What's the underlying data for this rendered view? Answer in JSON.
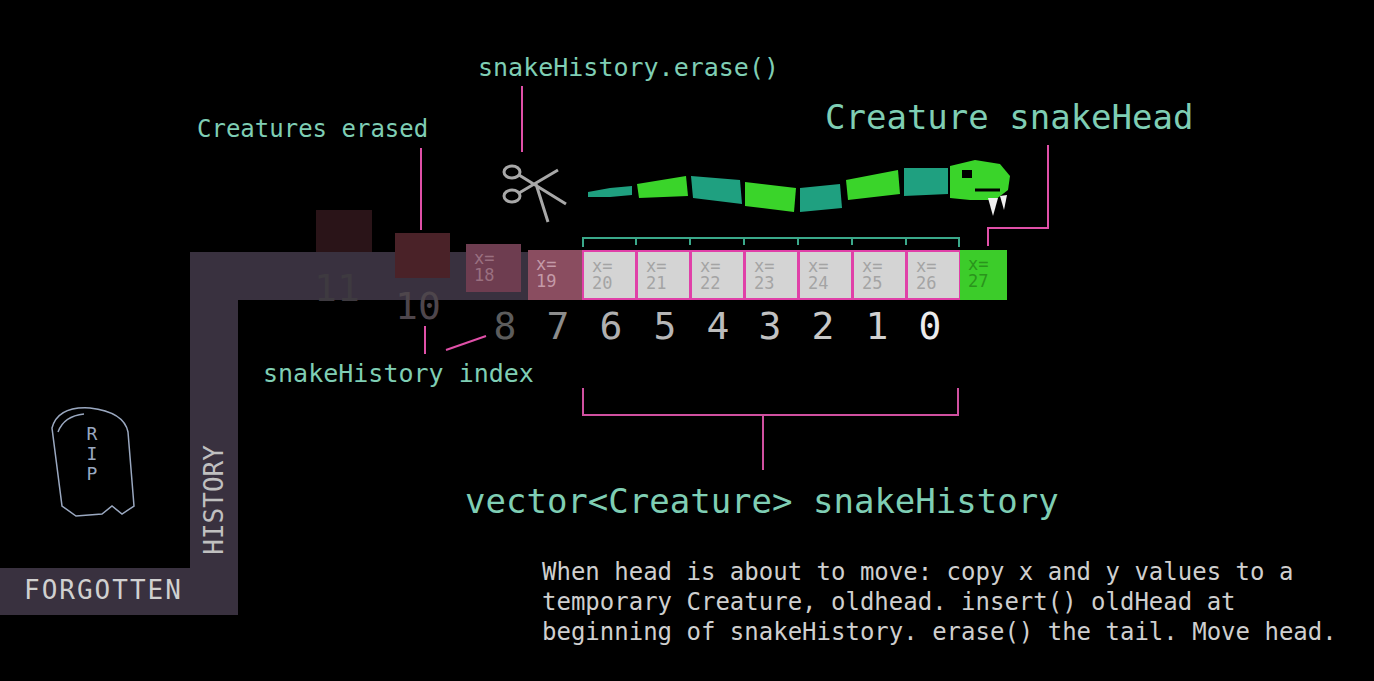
{
  "diagram": {
    "nodes": [
      {
        "text": [
          "x= 18"
        ]
      },
      {
        "text": [
          "x= 19"
        ]
      },
      {
        "text": [
          "x= 20"
        ]
      },
      {
        "text": [
          "x= 21"
        ]
      },
      {
        "text": [
          "x= 22"
        ]
      },
      {
        "text": [
          "x= 23"
        ]
      },
      {
        "text": [
          "x= 24"
        ]
      },
      {
        "text": [
          "x= 25"
        ]
      },
      {
        "text": [
          "x= 26"
        ]
      },
      {
        "text": [
          "x= 27"
        ]
      }
    ],
    "labels": [
      "snakeHistory.erase()",
      "Creatures erased",
      "Creature snakeHead",
      "11",
      "10",
      "8",
      "7",
      "6",
      "5",
      "4",
      "3",
      "2",
      "1",
      "0",
      "snakeHistory index",
      "HISTORY",
      "FORGOTTEN",
      "R I P",
      "vector<Creature> snakeHistory",
      "When head is about to move: copy x and y values to a temporary Creature, oldhead. insert() oldHead at beginning of snakeHistory. erase() the tail. Move head."
    ]
  }
}
